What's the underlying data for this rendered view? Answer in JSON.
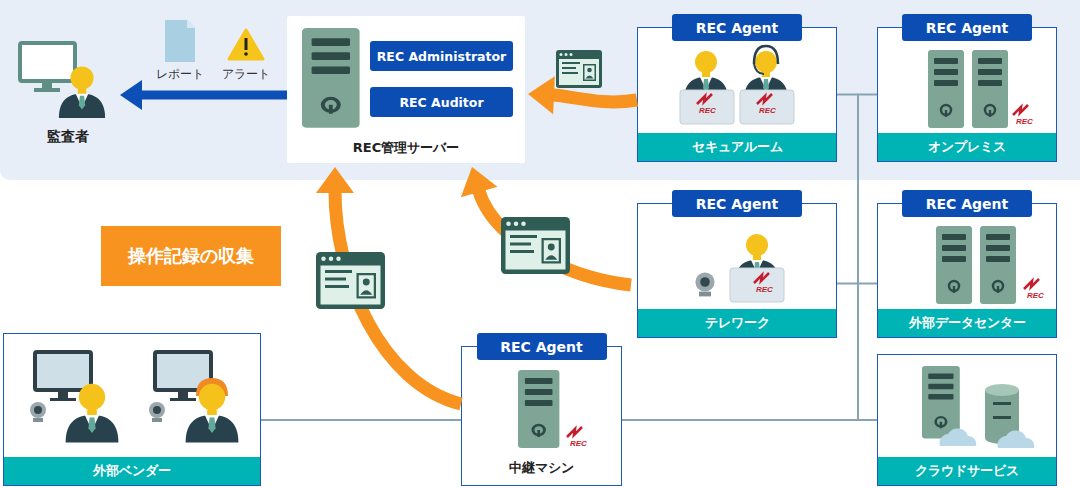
{
  "diagram": {
    "nodes": [
      {
        "text": [
          "監査者"
        ]
      },
      {
        "text": [
          "REC管理サーバー"
        ]
      },
      {
        "text": [
          "REC Administrator"
        ],
        "in": 1
      },
      {
        "text": [
          "REC Auditor"
        ],
        "in": 1
      },
      {
        "text": [
          "REC Agent",
          "セキュアルーム"
        ]
      },
      {
        "text": [
          "REC Agent",
          "オンプレミス"
        ]
      },
      {
        "text": [
          "REC Agent",
          "テレワーク"
        ]
      },
      {
        "text": [
          "REC Agent",
          "外部データセンター"
        ]
      },
      {
        "text": [
          "REC Agent",
          "中継マシン"
        ]
      },
      {
        "text": [
          "外部ベンダー"
        ]
      },
      {
        "text": [
          "クラウドサービス"
        ]
      },
      {
        "text": [
          "操作記録の収集"
        ]
      }
    ],
    "edges": [
      {
        "from": 1,
        "to": 0,
        "arrow": "to"
      },
      {
        "from": 4,
        "to": 1,
        "arrow": "to"
      },
      {
        "from": 6,
        "to": 1,
        "arrow": "to"
      },
      {
        "from": 8,
        "to": 1,
        "arrow": "to"
      },
      {
        "from": 9,
        "to": 8,
        "arrow": "none"
      },
      {
        "from": 8,
        "to": 4,
        "arrow": "none"
      },
      {
        "from": 8,
        "to": 5,
        "arrow": "none"
      },
      {
        "from": 8,
        "to": 6,
        "arrow": "none"
      },
      {
        "from": 8,
        "to": 7,
        "arrow": "none"
      },
      {
        "from": 8,
        "to": 10,
        "arrow": "none"
      }
    ],
    "labels": [
      "レポート",
      "アラート",
      "REC",
      "REC",
      "REC",
      "REC",
      "REC",
      "REC"
    ]
  }
}
